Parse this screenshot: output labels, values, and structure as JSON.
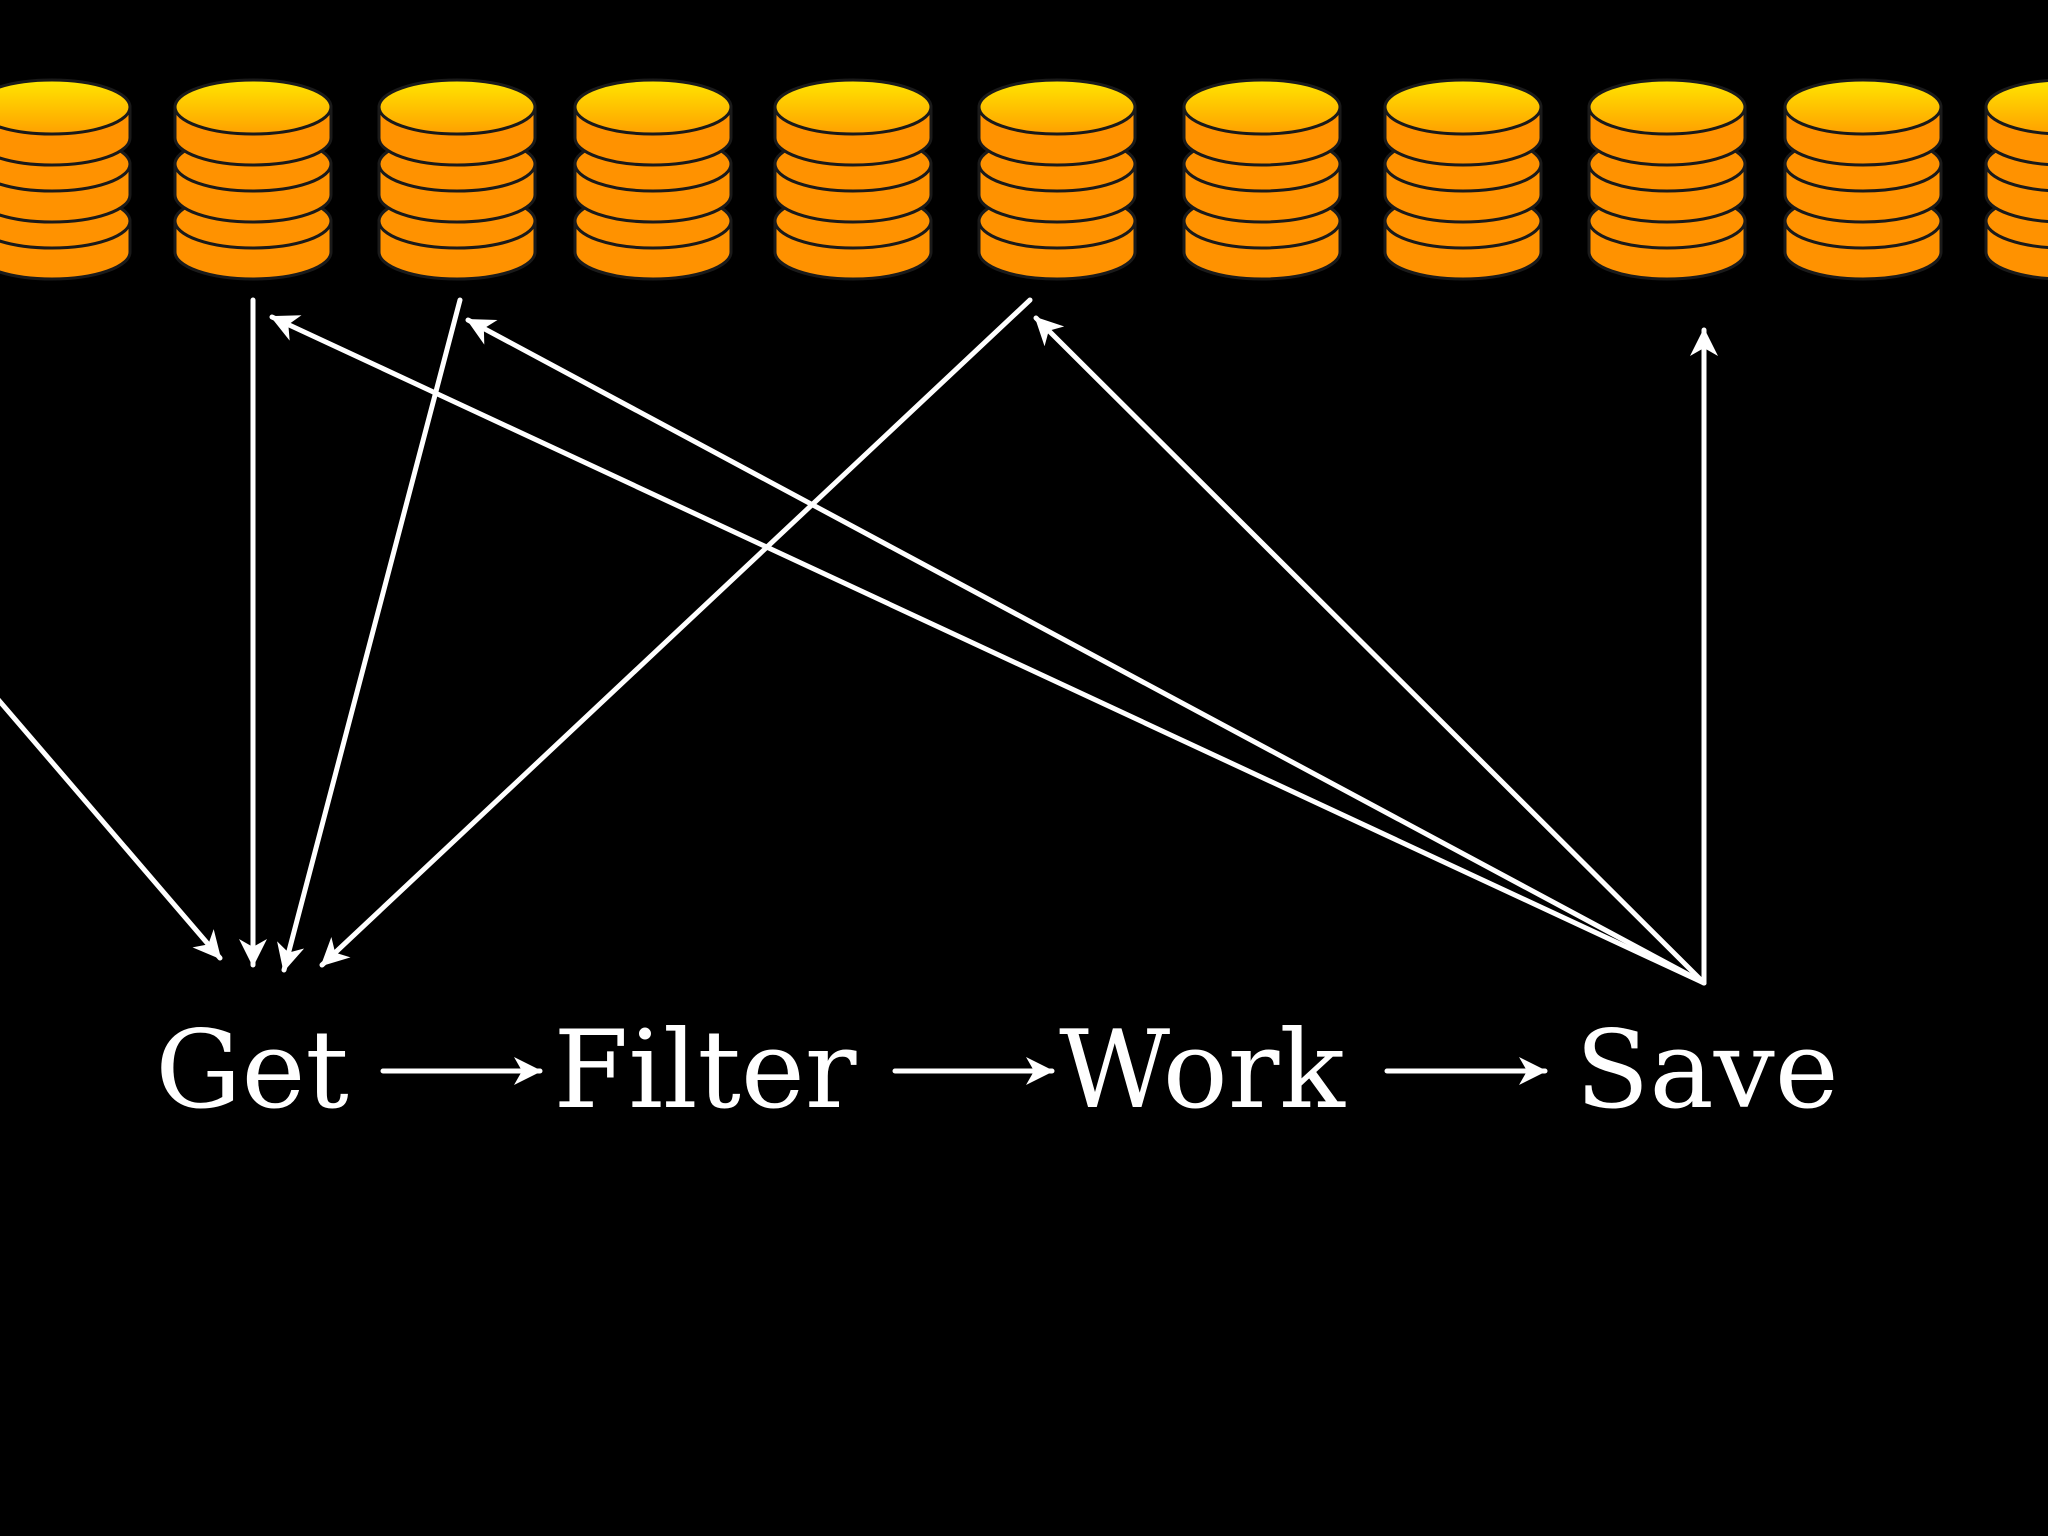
{
  "diagram": {
    "background_color": "#000000",
    "line_color": "#ffffff",
    "database_colors": {
      "top_light": "#ffe600",
      "top_dark": "#ffa000",
      "body": "#ff9200",
      "outline": "#1a1a1a"
    },
    "steps": [
      {
        "id": "get",
        "label": "Get"
      },
      {
        "id": "filter",
        "label": "Filter"
      },
      {
        "id": "work",
        "label": "Work"
      },
      {
        "id": "save",
        "label": "Save"
      }
    ],
    "databases": [
      {
        "id": "db-0",
        "partial": true
      },
      {
        "id": "db-1"
      },
      {
        "id": "db-2"
      },
      {
        "id": "db-3"
      },
      {
        "id": "db-4"
      },
      {
        "id": "db-5"
      },
      {
        "id": "db-6"
      },
      {
        "id": "db-7"
      },
      {
        "id": "db-8"
      },
      {
        "id": "db-9"
      },
      {
        "id": "db-10",
        "partial": true
      }
    ],
    "pipeline_edges": [
      {
        "from": "get",
        "to": "filter"
      },
      {
        "from": "filter",
        "to": "work"
      },
      {
        "from": "work",
        "to": "save"
      }
    ],
    "read_edges": [
      {
        "from": "db-0",
        "to": "get"
      },
      {
        "from": "db-1",
        "to": "get"
      },
      {
        "from": "db-2",
        "to": "get"
      },
      {
        "from": "db-5",
        "to": "get"
      }
    ],
    "write_edges": [
      {
        "from": "save",
        "to": "db-1"
      },
      {
        "from": "save",
        "to": "db-2"
      },
      {
        "from": "save",
        "to": "db-5"
      },
      {
        "from": "save",
        "to": "db-8"
      }
    ]
  }
}
